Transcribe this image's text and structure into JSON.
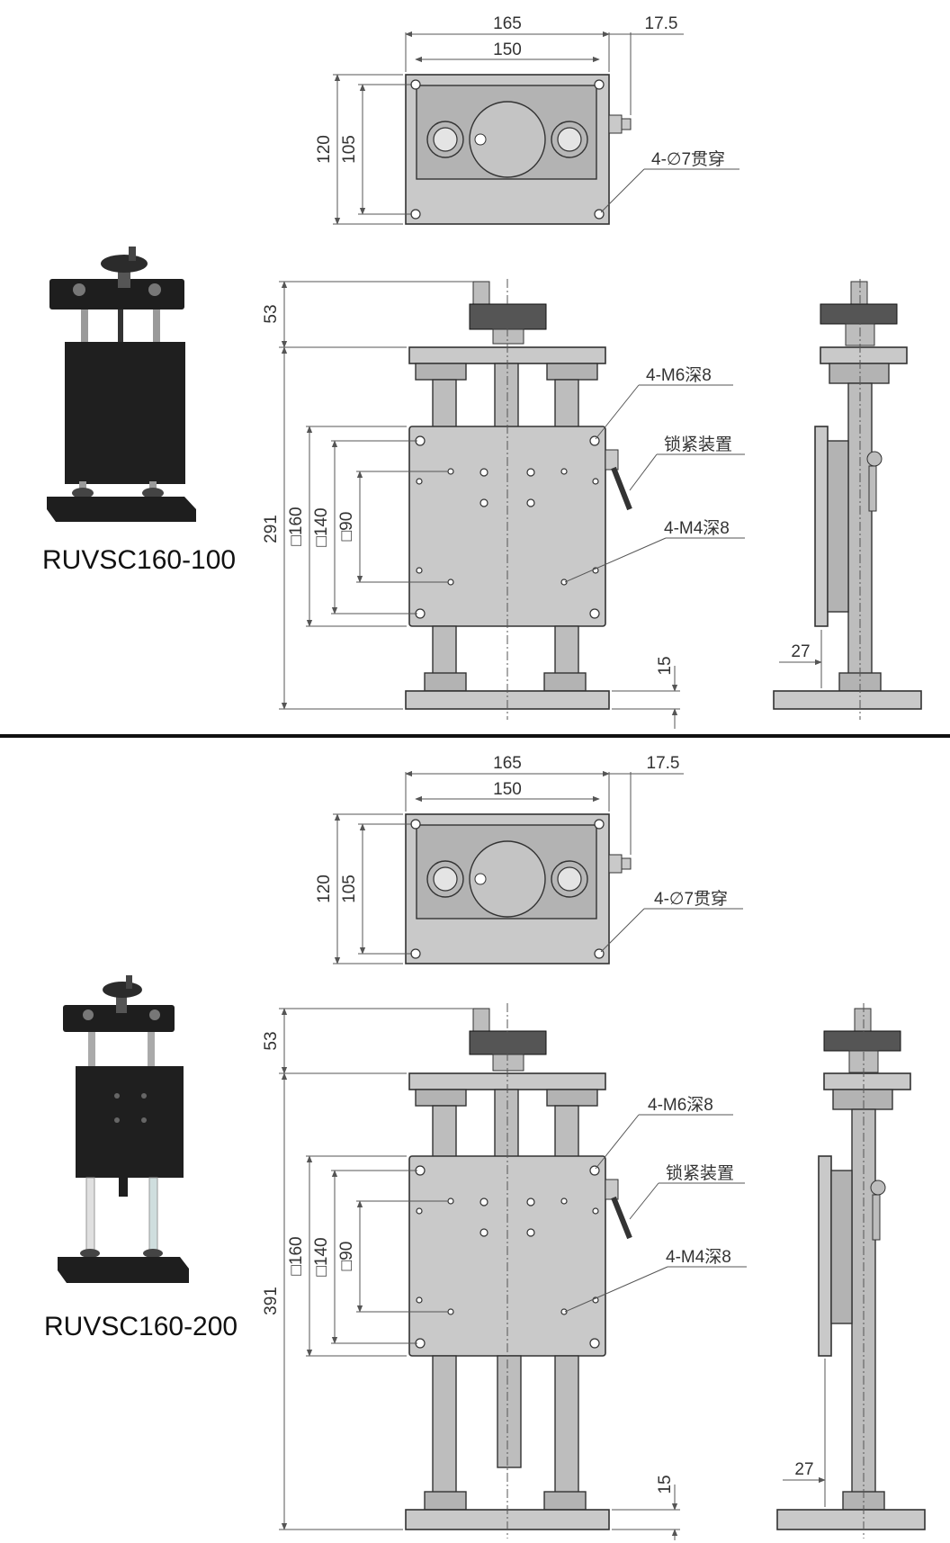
{
  "variants": [
    {
      "model": "RUVSC160-100",
      "top_view": {
        "width_outer": "165",
        "width_inner": "150",
        "handle_offset": "17.5",
        "height_outer": "120",
        "height_inner": "105",
        "callout_holes": "4-∅7贯穿"
      },
      "front_view": {
        "top_height": "53",
        "total_height": "291",
        "square_160": "□160",
        "square_140": "□140",
        "square_90": "□90",
        "base_thickness": "15",
        "callout_m6": "4-M6深8",
        "callout_lock": "锁紧装置",
        "callout_m4": "4-M4深8"
      },
      "side_view": {
        "offset": "27"
      }
    },
    {
      "model": "RUVSC160-200",
      "top_view": {
        "width_outer": "165",
        "width_inner": "150",
        "handle_offset": "17.5",
        "height_outer": "120",
        "height_inner": "105",
        "callout_holes": "4-∅7贯穿"
      },
      "front_view": {
        "top_height": "53",
        "total_height": "391",
        "square_160": "□160",
        "square_140": "□140",
        "square_90": "□90",
        "base_thickness": "15",
        "callout_m6": "4-M6深8",
        "callout_lock": "锁紧装置",
        "callout_m4": "4-M4深8"
      },
      "side_view": {
        "offset": "27"
      }
    }
  ],
  "colors": {
    "part_fill": "#c9c9c9",
    "outline": "#333333",
    "photo_body": "#1f1f1f",
    "separator": "#111111"
  }
}
